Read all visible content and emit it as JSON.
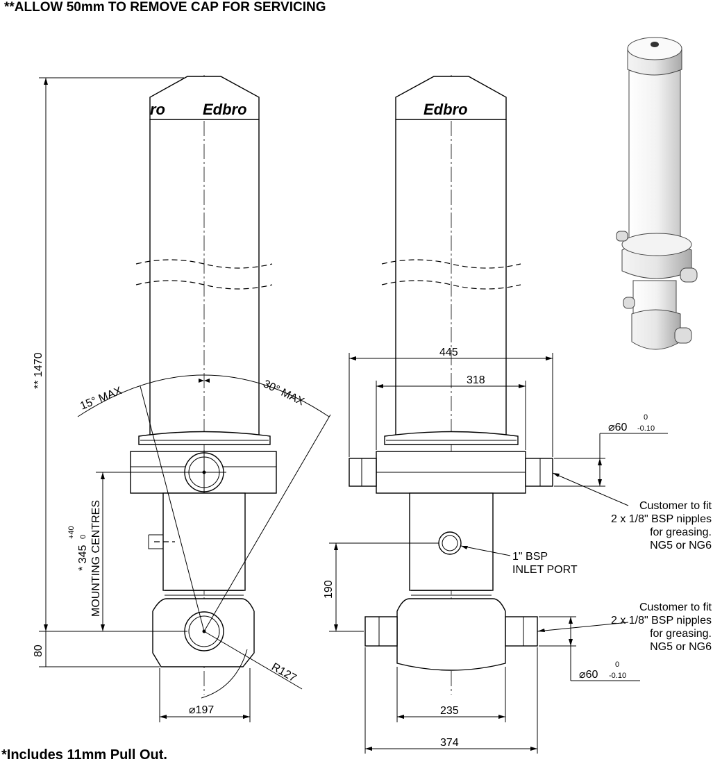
{
  "notes": {
    "top": "**ALLOW 50mm TO REMOVE CAP FOR SERVICING",
    "bottom": "*Includes 11mm Pull Out."
  },
  "brand": "Edbro",
  "brand_partial": "ro",
  "left_view": {
    "overall_height": "** 1470",
    "mounting_centres_value": "* 345",
    "mounting_centres_tol_upper": "+40",
    "mounting_centres_tol_lower": "0",
    "mounting_centres_label": "MOUNTING CENTRES",
    "base_height": "80",
    "angle_left": "15° MAX",
    "angle_right": "30° MAX",
    "radius": "R127",
    "diameter": "⌀197"
  },
  "right_view": {
    "width_outer": "445",
    "width_inner": "318",
    "top_trunnion_dia": "⌀60",
    "top_trunnion_tol_upper": "0",
    "top_trunnion_tol_lower": "-0.10",
    "grease_note_top": [
      "Customer to fit",
      "2 x 1/8\" BSP nipples",
      "for greasing.",
      "NG5 or NG6"
    ],
    "inlet_port": [
      "1\" BSP",
      "INLET PORT"
    ],
    "inlet_height": "190",
    "grease_note_bottom": [
      "Customer to fit",
      "2 x 1/8\" BSP nipples",
      "for greasing.",
      "NG5 or NG6"
    ],
    "bottom_trunnion_dia": "⌀60",
    "bottom_trunnion_tol_upper": "0",
    "bottom_trunnion_tol_lower": "-0.10",
    "base_width": "235",
    "overall_width": "374"
  }
}
